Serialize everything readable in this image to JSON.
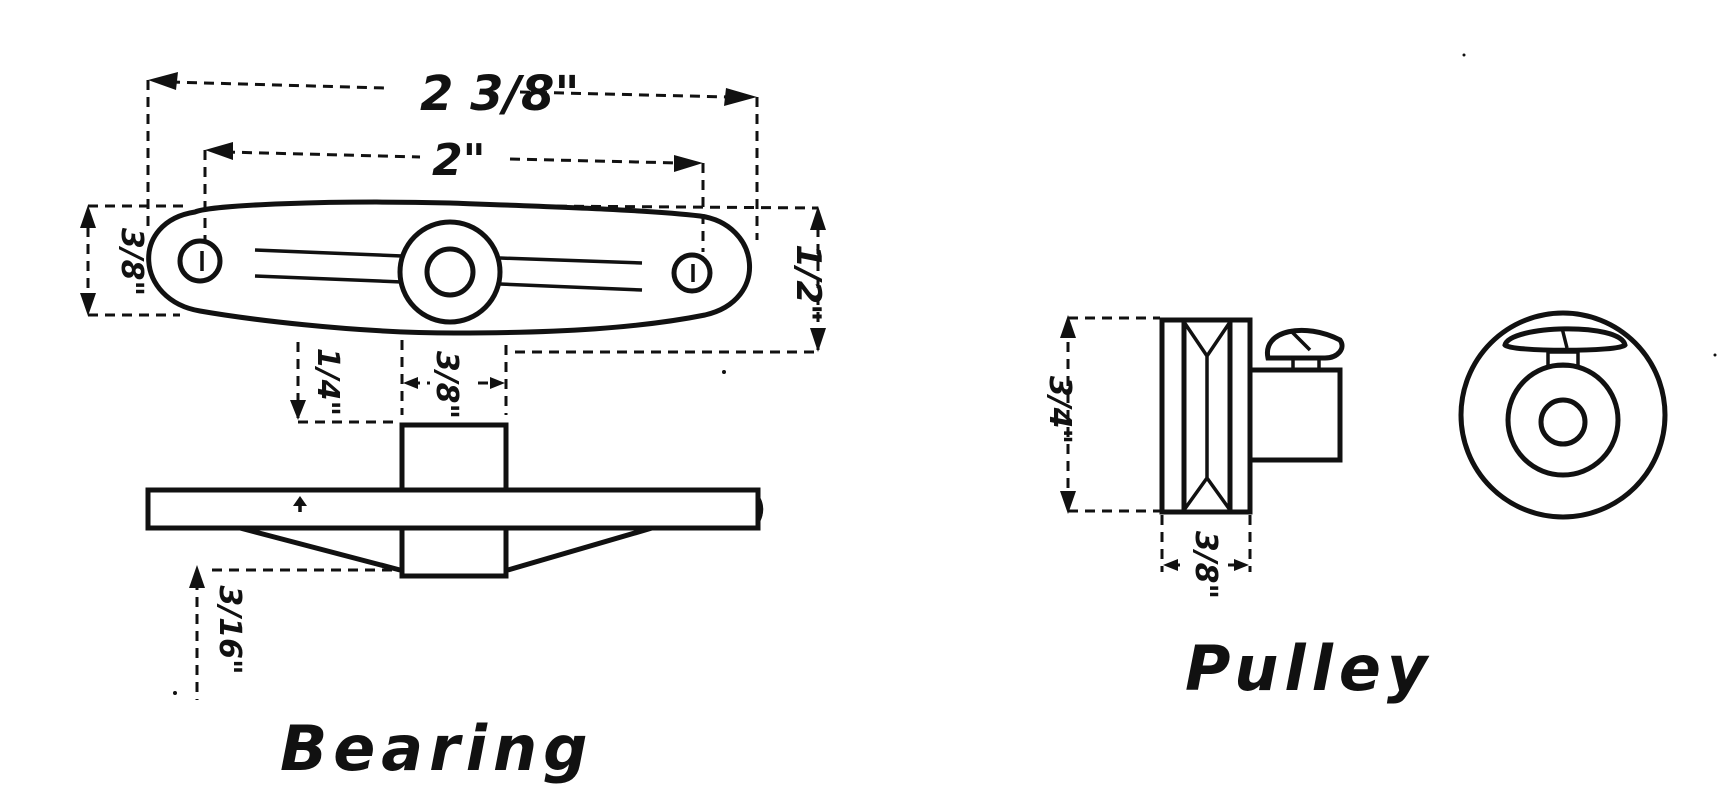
{
  "bearing": {
    "caption": "Bearing",
    "dim_overall_width": "2 3/8\"",
    "dim_hole_spacing": "2\"",
    "dim_left_height": "3/8\"",
    "dim_right_height": "1/2\"",
    "dim_web_depth": "1/4\"",
    "dim_boss_width": "3/8\"",
    "dim_boss_projection": "3/16\""
  },
  "pulley": {
    "caption": "Pulley",
    "dim_diameter": "3/4\"",
    "dim_width": "3/8\""
  }
}
